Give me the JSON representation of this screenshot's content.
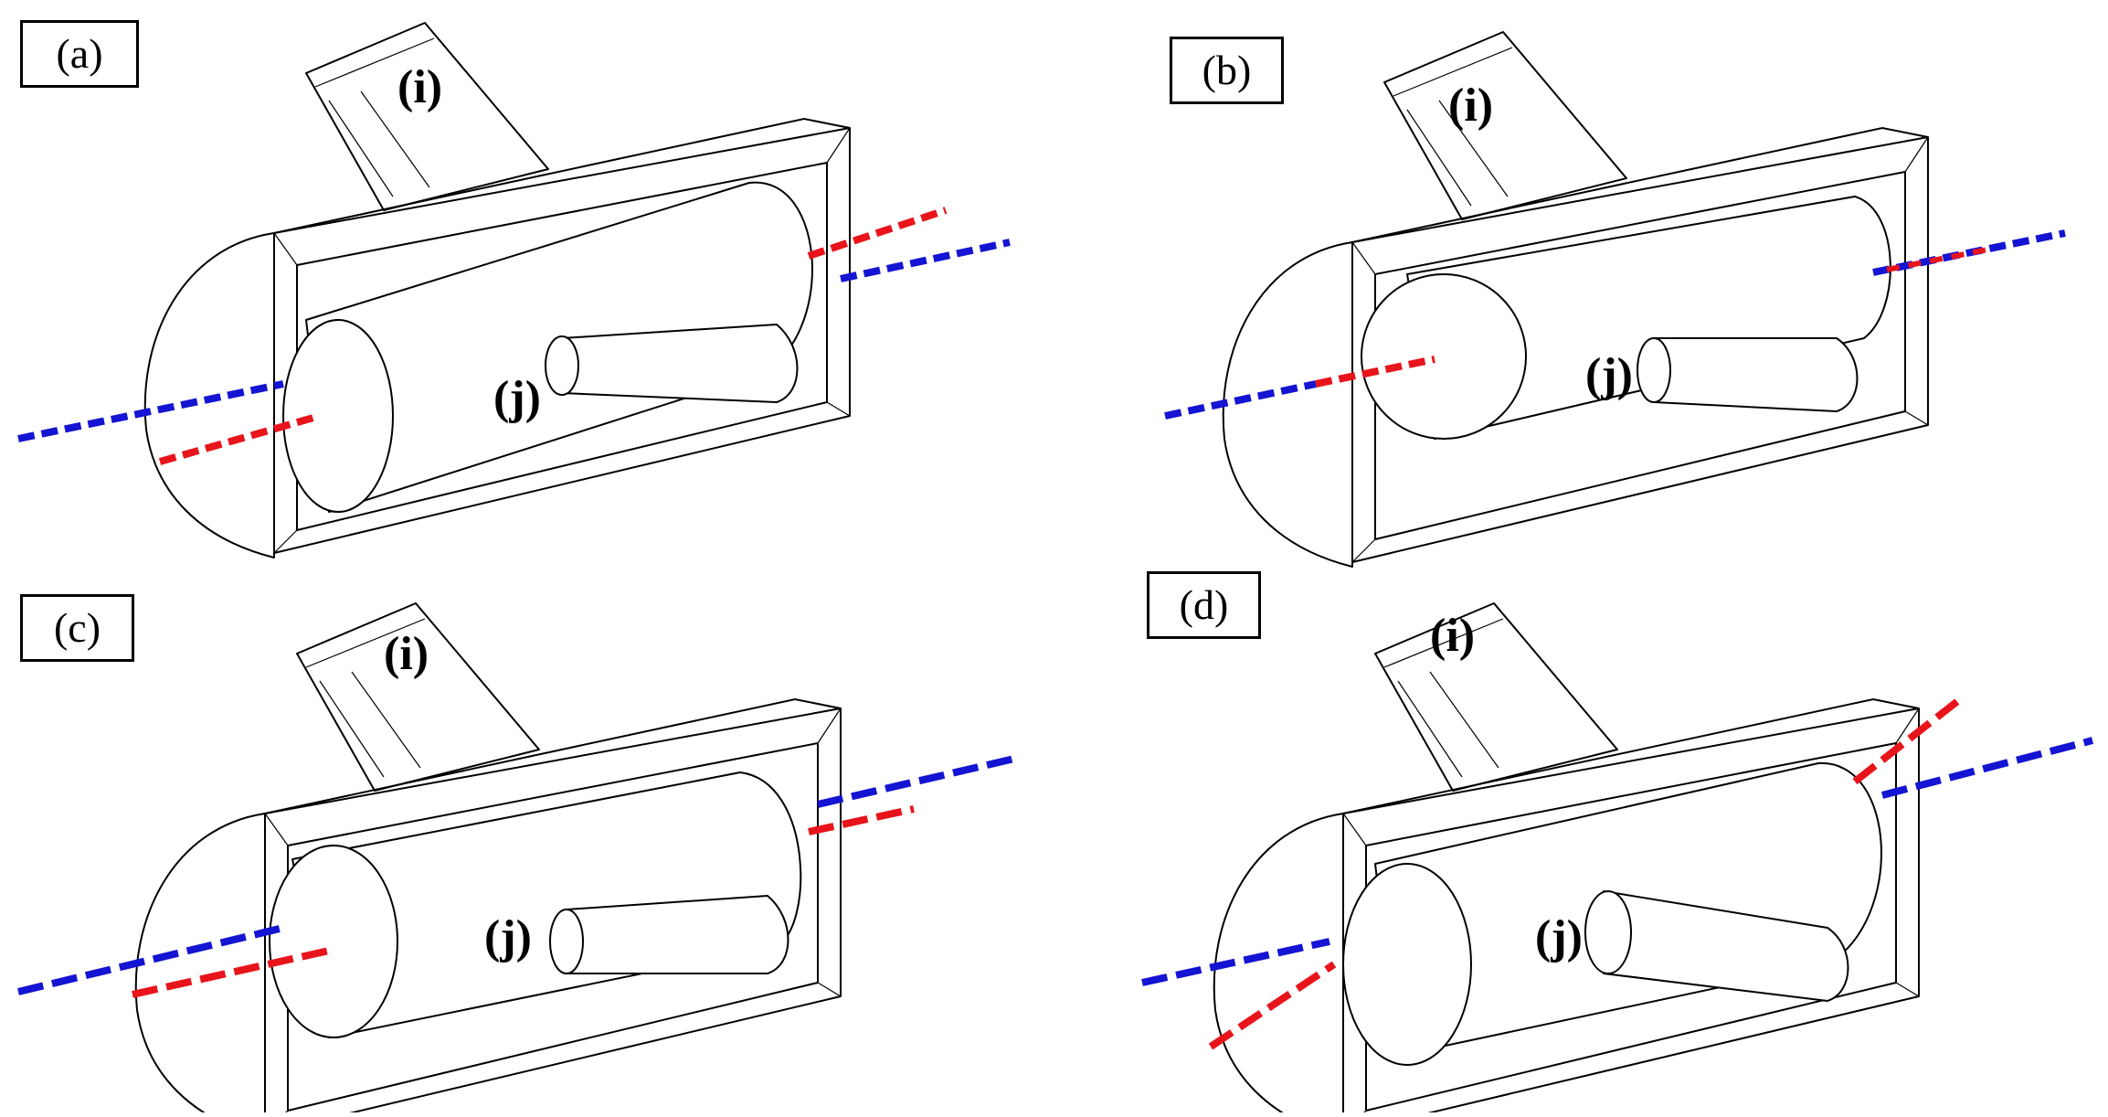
{
  "colors": {
    "red_axis": "#e8141b",
    "blue_axis": "#1414d2",
    "outline": "#000000"
  },
  "panels": [
    {
      "id": "a",
      "label": "(a)",
      "part_i": "(i)",
      "part_j": "(j)"
    },
    {
      "id": "b",
      "label": "(b)",
      "part_i": "(i)",
      "part_j": "(j)"
    },
    {
      "id": "c",
      "label": "(c)",
      "part_i": "(i)",
      "part_j": "(j)"
    },
    {
      "id": "d",
      "label": "(d)",
      "part_i": "(i)",
      "part_j": "(j)"
    }
  ]
}
